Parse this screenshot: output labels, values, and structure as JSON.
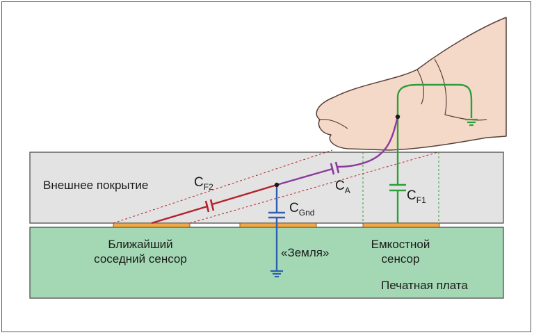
{
  "labels": {
    "cover": "Внешнее покрытие",
    "pcb": "Печатная плата",
    "neighbor_line1": "Ближайший",
    "neighbor_line2": "соседний сенсор",
    "ground": "«Земля»",
    "sensor_line1": "Емкостной",
    "sensor_line2": "сенсор"
  },
  "capacitors": {
    "cf2": {
      "main": "C",
      "sub": "F2"
    },
    "ca": {
      "main": "C",
      "sub": "A"
    },
    "cgnd": {
      "main": "C",
      "sub": "Gnd"
    },
    "cf1": {
      "main": "C",
      "sub": "F1"
    }
  },
  "colors": {
    "cover": "#e3e3e3",
    "pcb": "#a4d8b4",
    "pad": "#f0a94a",
    "cf2_line": "#b5202a",
    "ca_line": "#8a3a9c",
    "gnd_line": "#2f5fb0",
    "cf1_line": "#2e9e3a",
    "finger": "#f4d9c9",
    "finger_outline": "#5a4038"
  }
}
